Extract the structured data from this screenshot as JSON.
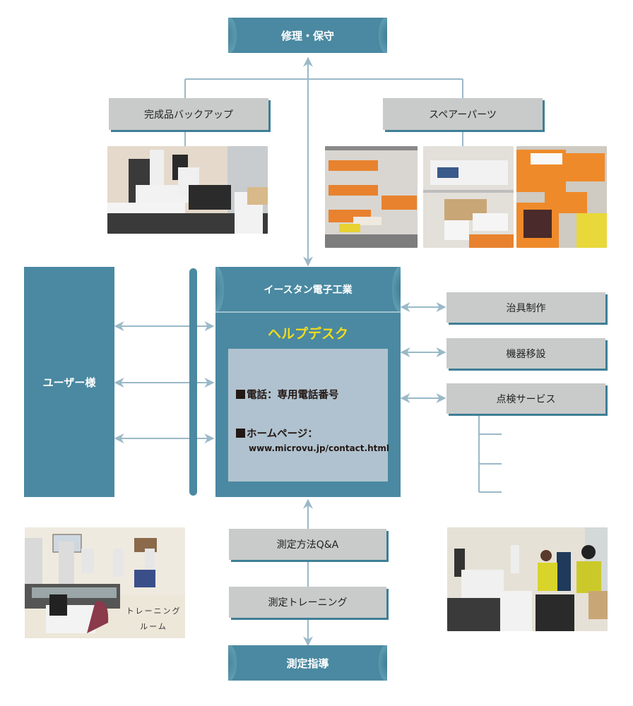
{
  "top": {
    "repair_maintenance": "修理・保守"
  },
  "branches": {
    "finished_backup": "完成品バックアップ",
    "spare_parts": "スペアーパーツ"
  },
  "photos": {
    "backup_machines": "photo-measuring-machines-backup",
    "spare_shelves_1": "photo-spare-parts-shelf-1",
    "spare_shelves_2": "photo-spare-parts-shelf-2",
    "spare_shelves_3": "photo-spare-parts-shelf-3",
    "training_room": "photo-training-room",
    "instruction": "photo-measurement-instruction"
  },
  "training_room_caption": {
    "line1": "トレーニング",
    "line2": "ルーム"
  },
  "users": {
    "label": "ユーザー様"
  },
  "helpdesk": {
    "company": "イースタン電子工業",
    "title": "ヘルプデスク",
    "phone_label": "電話：専用電話番号",
    "homepage_label": "ホームページ：",
    "homepage_url": "www.microvu.jp/contact.html"
  },
  "services": [
    {
      "label": "治具制作"
    },
    {
      "label": "機器移設"
    },
    {
      "label": "点検サービス"
    }
  ],
  "bottom": {
    "qa": "測定方法Q&A",
    "training": "測定トレーニング",
    "guidance": "測定指導"
  },
  "colors": {
    "teal": "#4a89a1",
    "grey_box": "#c9cbca",
    "panel": "#b0c2cf",
    "title_yellow": "#f2dc1b",
    "connector": "#9ab9c8"
  }
}
